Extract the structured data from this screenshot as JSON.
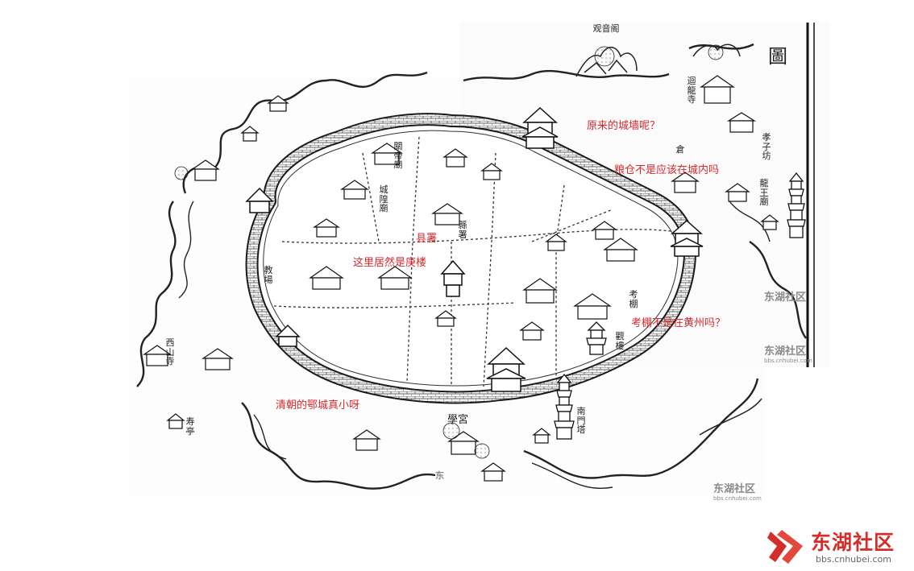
{
  "title_char": "圖",
  "annotations": {
    "original_wall": "原来的城墙呢？",
    "granary": "粮仓不是应该在城内吗",
    "county_office": "县署",
    "gengyu_tower": "这里居然是庚楼",
    "exam_shed": "考棚不是在黄州吗？",
    "qing_ezhou": "清朝的鄂城真小呀"
  },
  "map_labels": {
    "guanyin_ge": "观音阁",
    "huilong_si": "迴龍寺",
    "xiaoxiao_fang": "孝子坊",
    "cang": "倉",
    "longwang_miao": "龍王廟",
    "guan_lou": "觀樓",
    "xuegong": "學宮",
    "nanmen_ta": "南門塔",
    "kao_peng": "考棚",
    "xi_shan_si": "西山寺",
    "shou_tai": "寿亭",
    "guandi_miao": "關帝廟",
    "cheng_huang": "城隍廟",
    "xian_shu": "縣署",
    "jiao_chang": "教場"
  },
  "watermarks": {
    "brand": "东湖社区",
    "url": "bbs.cnhubei.com"
  },
  "colors": {
    "annotation": "#d9282c",
    "ink": "#1a1a1a",
    "brand": "#d42e2a"
  }
}
